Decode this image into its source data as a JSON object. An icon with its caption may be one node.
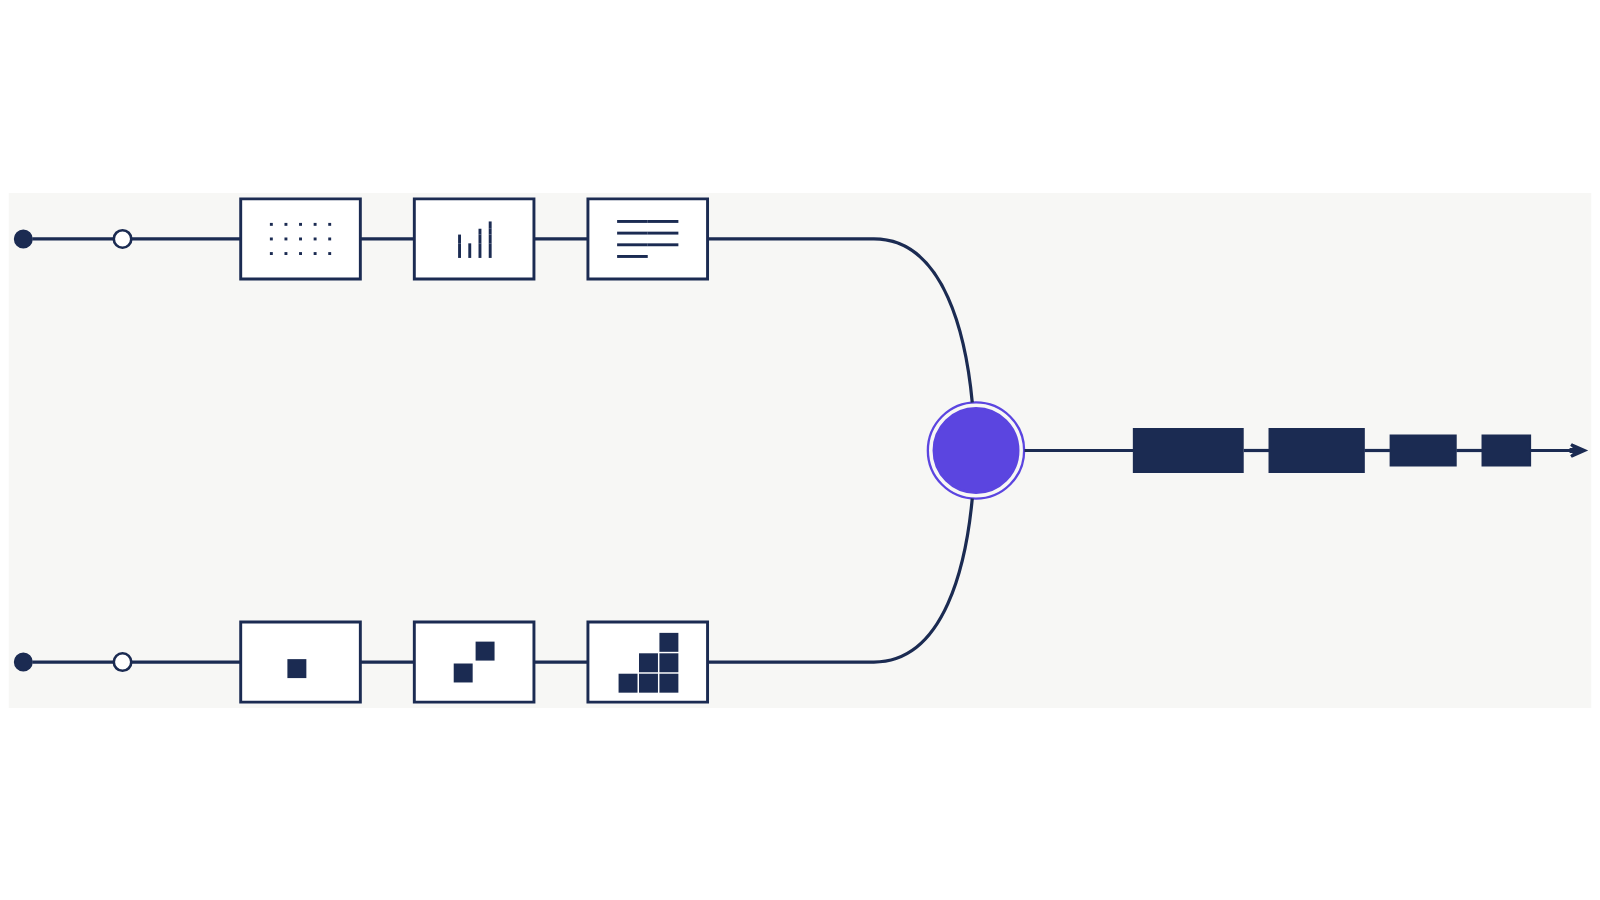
{
  "diagram": {
    "nodes": [
      {
        "text": [],
        "shape": "circle"
      },
      {
        "text": [],
        "shape": "circle"
      },
      {
        "text": [],
        "shape": "box"
      },
      {
        "text": [],
        "shape": "box"
      },
      {
        "text": [],
        "shape": "box"
      },
      {
        "text": [],
        "shape": "circle"
      },
      {
        "text": [],
        "shape": "circle"
      },
      {
        "text": [],
        "shape": "box"
      },
      {
        "text": [],
        "shape": "box"
      },
      {
        "text": [],
        "shape": "box"
      },
      {
        "text": [],
        "shape": "circle"
      },
      {
        "text": [],
        "shape": "bar"
      },
      {
        "text": [],
        "shape": "bar"
      },
      {
        "text": [],
        "shape": "bar"
      },
      {
        "text": [],
        "shape": "bar"
      }
    ],
    "edges": [
      {
        "from": 0,
        "to": 1,
        "arrow": "none"
      },
      {
        "from": 1,
        "to": 2,
        "arrow": "none"
      },
      {
        "from": 2,
        "to": 3,
        "arrow": "none"
      },
      {
        "from": 3,
        "to": 4,
        "arrow": "none"
      },
      {
        "from": 4,
        "to": 10,
        "arrow": "none"
      },
      {
        "from": 5,
        "to": 6,
        "arrow": "none"
      },
      {
        "from": 6,
        "to": 7,
        "arrow": "none"
      },
      {
        "from": 7,
        "to": 8,
        "arrow": "none"
      },
      {
        "from": 8,
        "to": 9,
        "arrow": "none"
      },
      {
        "from": 9,
        "to": 10,
        "arrow": "none"
      },
      {
        "from": 10,
        "to": 11,
        "arrow": "none"
      },
      {
        "from": 11,
        "to": 12,
        "arrow": "none"
      },
      {
        "from": 12,
        "to": 13,
        "arrow": "none"
      },
      {
        "from": 13,
        "to": 14,
        "arrow": "none"
      },
      {
        "from": 14,
        "to": null,
        "arrow": "to"
      }
    ]
  }
}
